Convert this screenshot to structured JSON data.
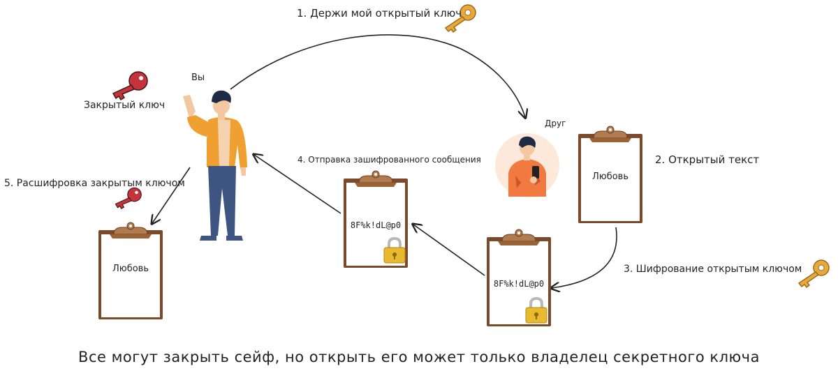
{
  "labels": {
    "you": "Вы",
    "friend": "Друг",
    "private_key": "Закрытый ключ",
    "step1": "1. Держи мой открытый ключ",
    "step2": "2. Открытый текст",
    "step3": "3. Шифрование открытым ключом",
    "step4": "4. Отправка зашифрованного сообщения",
    "step5": "5. Расшифровка закрытым ключом"
  },
  "clipboards": {
    "plain_friend": "Любовь",
    "cipher_after_encrypt": "8F%k!dL@p0",
    "cipher_sent": "8F%k!dL@p0",
    "plain_decrypted": "Любовь"
  },
  "caption": "Все могут закрыть сейф, но открыть его может только владелец секретного ключа",
  "colors": {
    "gold_key": "#E8A93A",
    "red_key": "#C8323A",
    "clipboard_board": "#7A4A2A",
    "clip": "#B07B4F",
    "jacket": "#F0A030",
    "pants": "#3E5582",
    "shirt": "#F07A40",
    "lock": "#E9B92E"
  }
}
